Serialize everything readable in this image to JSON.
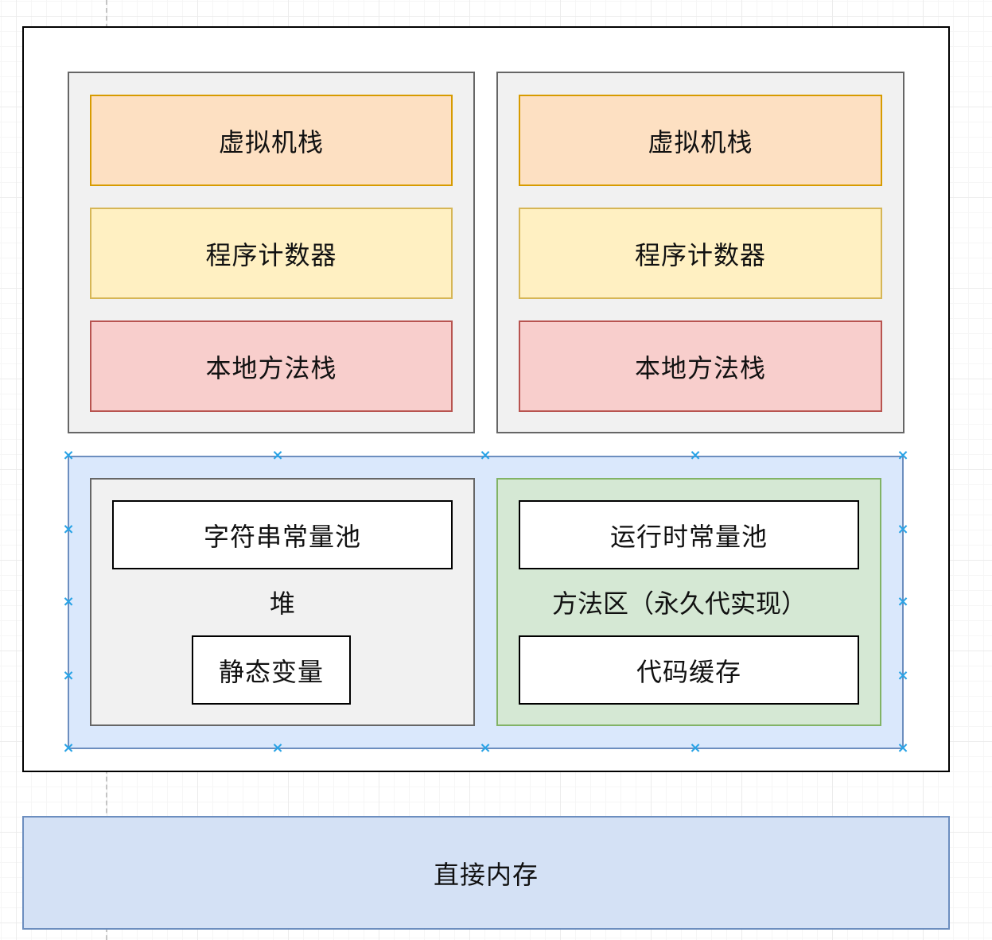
{
  "thread_left": {
    "vm_stack": "虚拟机栈",
    "pc_register": "程序计数器",
    "native_stack": "本地方法栈"
  },
  "thread_right": {
    "vm_stack": "虚拟机栈",
    "pc_register": "程序计数器",
    "native_stack": "本地方法栈"
  },
  "heap": {
    "label": "堆",
    "string_pool": "字符串常量池",
    "static_vars": "静态变量"
  },
  "method_area": {
    "label": "方法区（永久代实现）",
    "runtime_pool": "运行时常量池",
    "code_cache": "代码缓存"
  },
  "direct_memory": "直接内存",
  "colors": {
    "vm_stack_fill": "#fde0c2",
    "vm_stack_stroke": "#d79b00",
    "pc_fill": "#fff0c2",
    "pc_stroke": "#d6b656",
    "native_fill": "#f8cecc",
    "native_stroke": "#b85450",
    "shared_fill": "#dae8fc",
    "shared_stroke": "#6c8ebf",
    "method_fill": "#d5e8d4",
    "method_stroke": "#82b366",
    "thread_fill": "#f1f1f1",
    "selection_handle": "#29a3e6"
  }
}
